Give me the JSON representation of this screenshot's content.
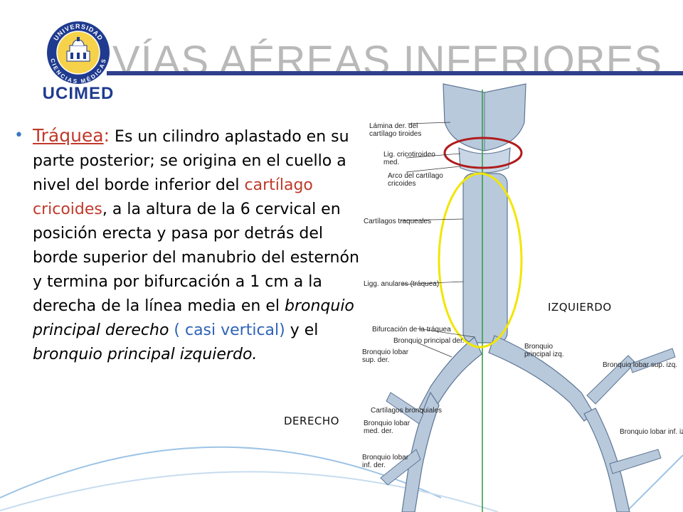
{
  "title": "VÍAS AÉREAS INFERIORES",
  "logo": {
    "name": "UCIMED",
    "ring_top": "UNIVERSIDAD",
    "ring_bottom": "CIENCIAS MÉDICAS"
  },
  "bullet": {
    "keyword": "Tráquea",
    "colon": ":",
    "t1": " Es un cilindro aplastado en su parte posterior; se origina en el cuello a nivel del borde inferior del ",
    "red1": "cartílago cricoides",
    "t2": ", a la altura de la 6 cervical en posición erecta y pasa por detrás del borde superior del manubrio del esternón y termina por bifurcación a 1 cm a la derecha de la línea media en el ",
    "it1": "bronquio principal derecho",
    "t3": " ",
    "blue1": "( casi vertical)",
    "t4": " y el ",
    "it2": "bronquio principal izquierdo."
  },
  "figure_labels": {
    "lamina": "Lámina der. del\ncartílago tiroides",
    "cricotiroideo": "Lig. cricotiroideo\nmed.",
    "arco": "Arco del cartílago\ncricoides",
    "traqueales": "Cartílagos traqueales",
    "anulares": "Ligg. anulares (tráquea)",
    "bifurcacion": "Bifurcación de la tráquea",
    "principal_der": "Bronquio principal der.",
    "lobar_sup_der": "Bronquio lobar\nsup. der.",
    "principal_izq": "Bronquio\nprincipal izq.",
    "lobar_sup_izq": "Bronquio lobar sup. izq.",
    "bronquiales": "Cartílagos bronquiales",
    "lobar_med_der": "Bronquio lobar\nmed. der.",
    "lobar_inf_izq": "Bronquio lobar inf. izq.",
    "lobar_inf_der": "Bronquio lobar\ninf. der."
  },
  "side_labels": {
    "left": "IZQUIERDO",
    "right": "DERECHO"
  },
  "colors": {
    "title": "#b9b9b9",
    "title_bar": "#2f3f8a",
    "logo": "#1f3b8f",
    "keyword": "#c0392b",
    "highlight_red": "#c0392b",
    "highlight_blue": "#2e63b8",
    "green_line": "#2e9a3e",
    "yellow_ellipse": "#f2e600",
    "red_ellipse": "#b01c1c",
    "cartilage": "#b8c9dc"
  }
}
